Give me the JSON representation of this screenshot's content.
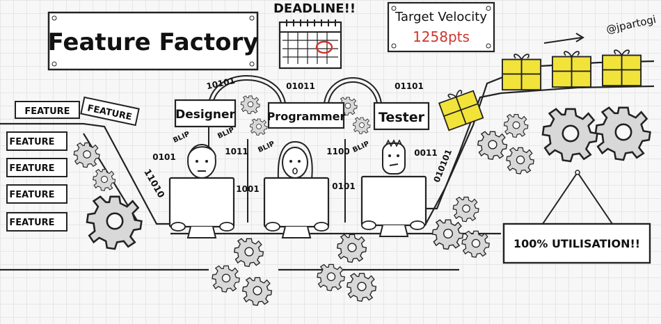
{
  "title": "Feature Factory",
  "deadline": "DEADLINE!!",
  "target_velocity": {
    "label": "Target Velocity",
    "value": "1258pts"
  },
  "author": "@jpartogi",
  "feature_label": "FEATURE",
  "roles": [
    "Designer",
    "Programmer",
    "Tester"
  ],
  "blip": "BLIP",
  "binary": {
    "b1": "10101",
    "b2": "01011",
    "b3": "01101",
    "b4": "0101",
    "b5": "1011",
    "b6": "1100",
    "b7": "0011",
    "b8": "11010",
    "b9": "1001",
    "b10": "0101",
    "b11": "010101"
  },
  "utilisation": "100% UTILISATION!!",
  "colors": {
    "gift": "#f2e33a",
    "gear": "#d8d8d8",
    "velocity_value": "#d0342c",
    "deadline_circle": "#d0342c"
  },
  "icons": [
    "calendar-icon",
    "gear-icon",
    "gift-box-icon",
    "arrow-right-icon",
    "computer-monitor-icon"
  ]
}
